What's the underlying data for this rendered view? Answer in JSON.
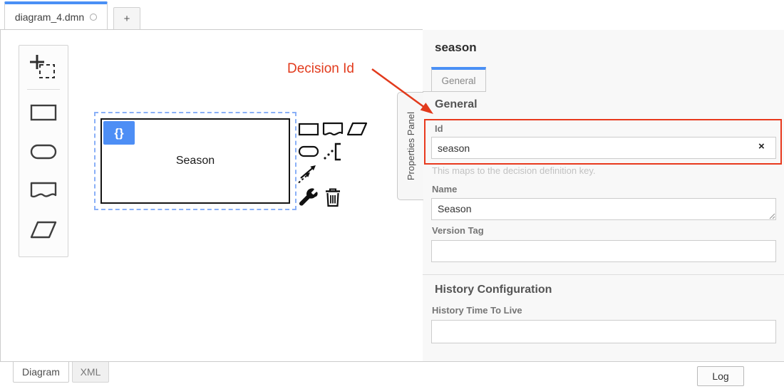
{
  "window": {
    "file_tab": {
      "label": "diagram_4.dmn",
      "dirty": true
    },
    "new_tab_label": "+"
  },
  "palette": {
    "tools": [
      {
        "icon": "lasso-tool-icon"
      },
      {
        "icon": "decision-shape-icon"
      },
      {
        "icon": "input-data-shape-icon"
      },
      {
        "icon": "knowledge-source-shape-icon"
      },
      {
        "icon": "business-knowledge-model-shape-icon"
      }
    ]
  },
  "canvas": {
    "decision": {
      "label": "Season",
      "badge": "{}"
    },
    "annotation": {
      "label": "Decision Id",
      "color": "#e23a1c"
    }
  },
  "context_pad": {
    "items": [
      {
        "icon": "append-decision-icon"
      },
      {
        "icon": "append-knowledge-source-icon"
      },
      {
        "icon": "append-business-knowledge-model-icon"
      },
      {
        "icon": "append-input-data-icon"
      },
      {
        "icon": "append-text-annotation-icon"
      },
      {
        "icon": "connect-arrows-icon"
      },
      {
        "icon": "wrench-change-type-icon"
      },
      {
        "icon": "trash-delete-icon"
      }
    ]
  },
  "properties_panel": {
    "side_tab_label": "Properties Panel",
    "title": "season",
    "active_tab": "General",
    "group_general": {
      "title": "General",
      "id_field": {
        "label": "Id",
        "value": "season",
        "clear_icon": "×",
        "helper": "This maps to the decision definition key."
      },
      "name_field": {
        "label": "Name",
        "value": "Season"
      },
      "version_tag_field": {
        "label": "Version Tag",
        "value": ""
      }
    },
    "group_history": {
      "title": "History Configuration",
      "httl_field": {
        "label": "History Time To Live",
        "value": ""
      }
    }
  },
  "bottom_bar": {
    "diagram_tab": "Diagram",
    "xml_tab": "XML",
    "log_button": "Log"
  },
  "colors": {
    "accent_blue": "#4a90f5",
    "badge_blue": "#4d8ef5",
    "selection_blue": "#8ab0f7",
    "highlight_red": "#e8391d",
    "annotation_red": "#e23a1c",
    "panel_bg": "#f8f8f8"
  }
}
